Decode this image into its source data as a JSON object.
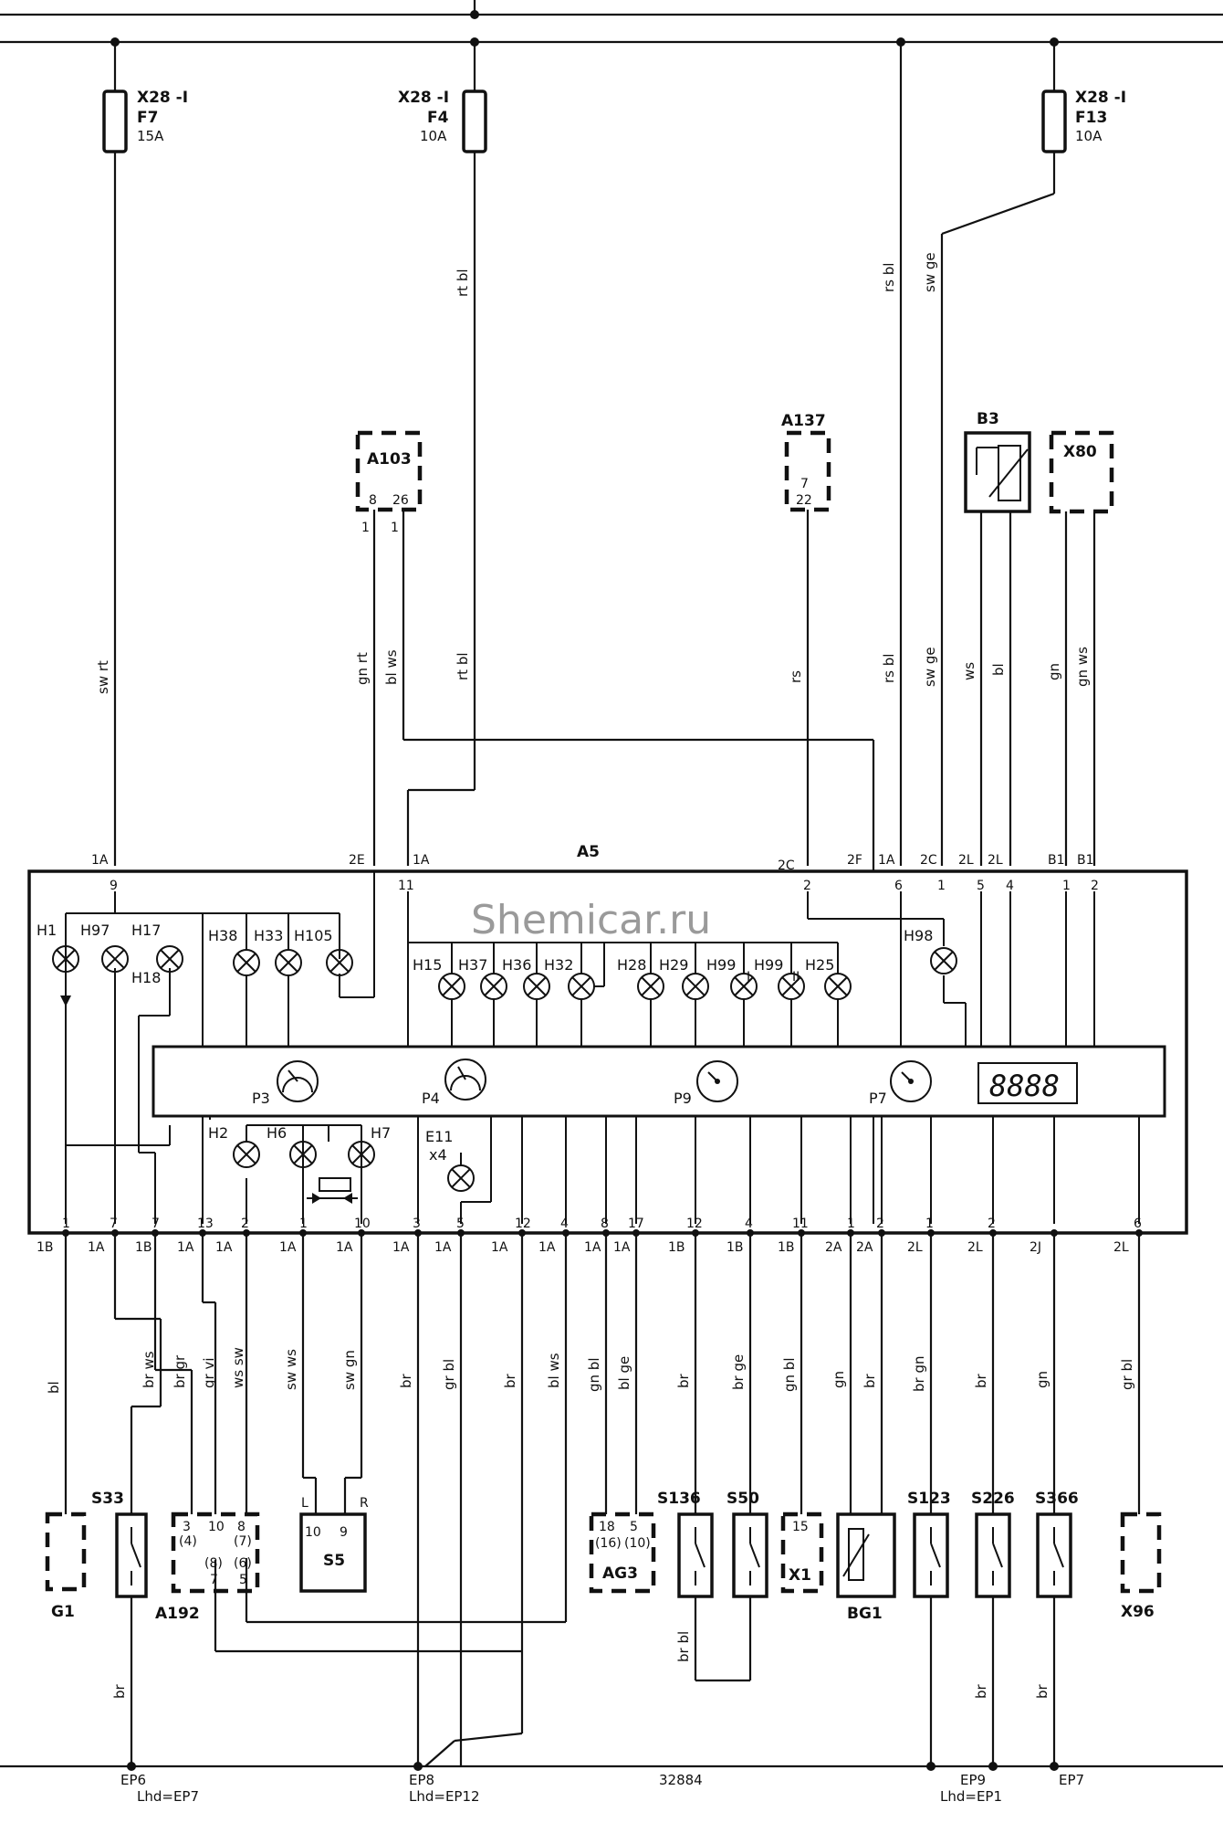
{
  "fuses": [
    {
      "id": "f7",
      "connector": "X28 -I",
      "name": "F7",
      "rating": "15A"
    },
    {
      "id": "f4",
      "connector": "X28 -I",
      "name": "F4",
      "rating": "10A"
    },
    {
      "id": "f13",
      "connector": "X28 -I",
      "name": "F13",
      "rating": "10A"
    }
  ],
  "top_modules": {
    "a103": {
      "name": "A103",
      "pins": [
        "8",
        "26"
      ],
      "plugs": [
        "1",
        "1"
      ]
    },
    "a137": {
      "name": "A137",
      "pins": [
        "7",
        "22"
      ]
    },
    "b3": {
      "name": "B3"
    },
    "x80": {
      "name": "X80"
    }
  },
  "cluster": {
    "name": "A5",
    "watermark": "Shemicar.ru",
    "display": "8888",
    "top_connectors": [
      {
        "conn": "1A",
        "pin": "9"
      },
      {
        "conn": "2E",
        "pin": ""
      },
      {
        "conn": "1A",
        "pin": "11"
      },
      {
        "conn": "2C",
        "pin": "2"
      },
      {
        "conn": "2F",
        "pin": ""
      },
      {
        "conn": "1A",
        "pin": "6"
      },
      {
        "conn": "2C",
        "pin": "1"
      },
      {
        "conn": "2L",
        "pin": "5"
      },
      {
        "conn": "2L",
        "pin": "4"
      },
      {
        "conn": "B1",
        "pin": "1"
      },
      {
        "conn": "B1",
        "pin": "2"
      }
    ],
    "bottom_connectors": [
      {
        "conn": "1B",
        "pin": "1"
      },
      {
        "conn": "1A",
        "pin": "7"
      },
      {
        "conn": "1B",
        "pin": "7"
      },
      {
        "conn": "1A",
        "pin": "13"
      },
      {
        "conn": "1A",
        "pin": "2"
      },
      {
        "conn": "1A",
        "pin": "1"
      },
      {
        "conn": "1A",
        "pin": "10"
      },
      {
        "conn": "1A",
        "pin": "3"
      },
      {
        "conn": "1A",
        "pin": "5"
      },
      {
        "conn": "1A",
        "pin": "12"
      },
      {
        "conn": "1A",
        "pin": "4"
      },
      {
        "conn": "1A",
        "pin": "8"
      },
      {
        "conn": "1A",
        "pin": "17"
      },
      {
        "conn": "1B",
        "pin": "12"
      },
      {
        "conn": "1B",
        "pin": "4"
      },
      {
        "conn": "1B",
        "pin": "11"
      },
      {
        "conn": "2A",
        "pin": "1"
      },
      {
        "conn": "2A",
        "pin": "2"
      },
      {
        "conn": "2L",
        "pin": "1"
      },
      {
        "conn": "2L",
        "pin": "2"
      },
      {
        "conn": "2J",
        "pin": ""
      },
      {
        "conn": "2L",
        "pin": "6"
      }
    ],
    "lamps_row1": [
      "H1",
      "H97",
      "H17",
      "H18",
      "H38",
      "H33",
      "H105",
      "H98"
    ],
    "lamps_row2": [
      "H15",
      "H37",
      "H36",
      "H32",
      "H28",
      "H29",
      "H99",
      "I",
      "H99",
      "II",
      "H25"
    ],
    "lamps_row3": [
      "H2",
      "H6",
      "H7",
      "E11",
      "x4"
    ],
    "gauges": [
      "P3",
      "P4",
      "P9",
      "P7"
    ]
  },
  "wire_colors_top": [
    "sw rt",
    "rt bl",
    "rt bl",
    "rs bl",
    "sw ge",
    "gn rt",
    "bl ws",
    "rs",
    "rs bl",
    "sw ge",
    "ws",
    "bl",
    "gn",
    "gn ws"
  ],
  "wire_colors_bottom": [
    "bl",
    "br ws",
    "br gr",
    "gr vi",
    "ws sw",
    "sw ws",
    "sw gn",
    "br",
    "gr bl",
    "br",
    "bl ws",
    "gn bl",
    "bl ge",
    "br",
    "br ge",
    "gn bl",
    "gn",
    "br",
    "br gn",
    "br",
    "gn",
    "gr bl",
    "br bl",
    "br",
    "br",
    "br"
  ],
  "bottom_components": {
    "g1": {
      "name": "G1"
    },
    "s33": {
      "name": "S33"
    },
    "a192": {
      "name": "A192",
      "pins": [
        "3",
        "(4)",
        "10",
        "8",
        "(7)",
        "(8)",
        "7",
        "(6)",
        "5"
      ]
    },
    "s5": {
      "name": "S5",
      "pins": [
        "10",
        "9"
      ],
      "sides": [
        "L",
        "R"
      ]
    },
    "ag3": {
      "name": "AG3",
      "pins": [
        "18",
        "5",
        "(16)",
        "(10)"
      ]
    },
    "s136": {
      "name": "S136"
    },
    "s50": {
      "name": "S50"
    },
    "x1": {
      "name": "X1",
      "pins": [
        "15"
      ]
    },
    "bg1": {
      "name": "BG1"
    },
    "s123": {
      "name": "S123"
    },
    "s226": {
      "name": "S226"
    },
    "s366": {
      "name": "S366"
    },
    "x96": {
      "name": "X96"
    }
  },
  "grounds": [
    {
      "name": "EP6",
      "note": "Lhd=EP7"
    },
    {
      "name": "EP8",
      "note": "Lhd=EP12"
    },
    {
      "name": "EP9",
      "note": "Lhd=EP1"
    },
    {
      "name": "EP7",
      "note": ""
    }
  ],
  "figure_number": "32884"
}
